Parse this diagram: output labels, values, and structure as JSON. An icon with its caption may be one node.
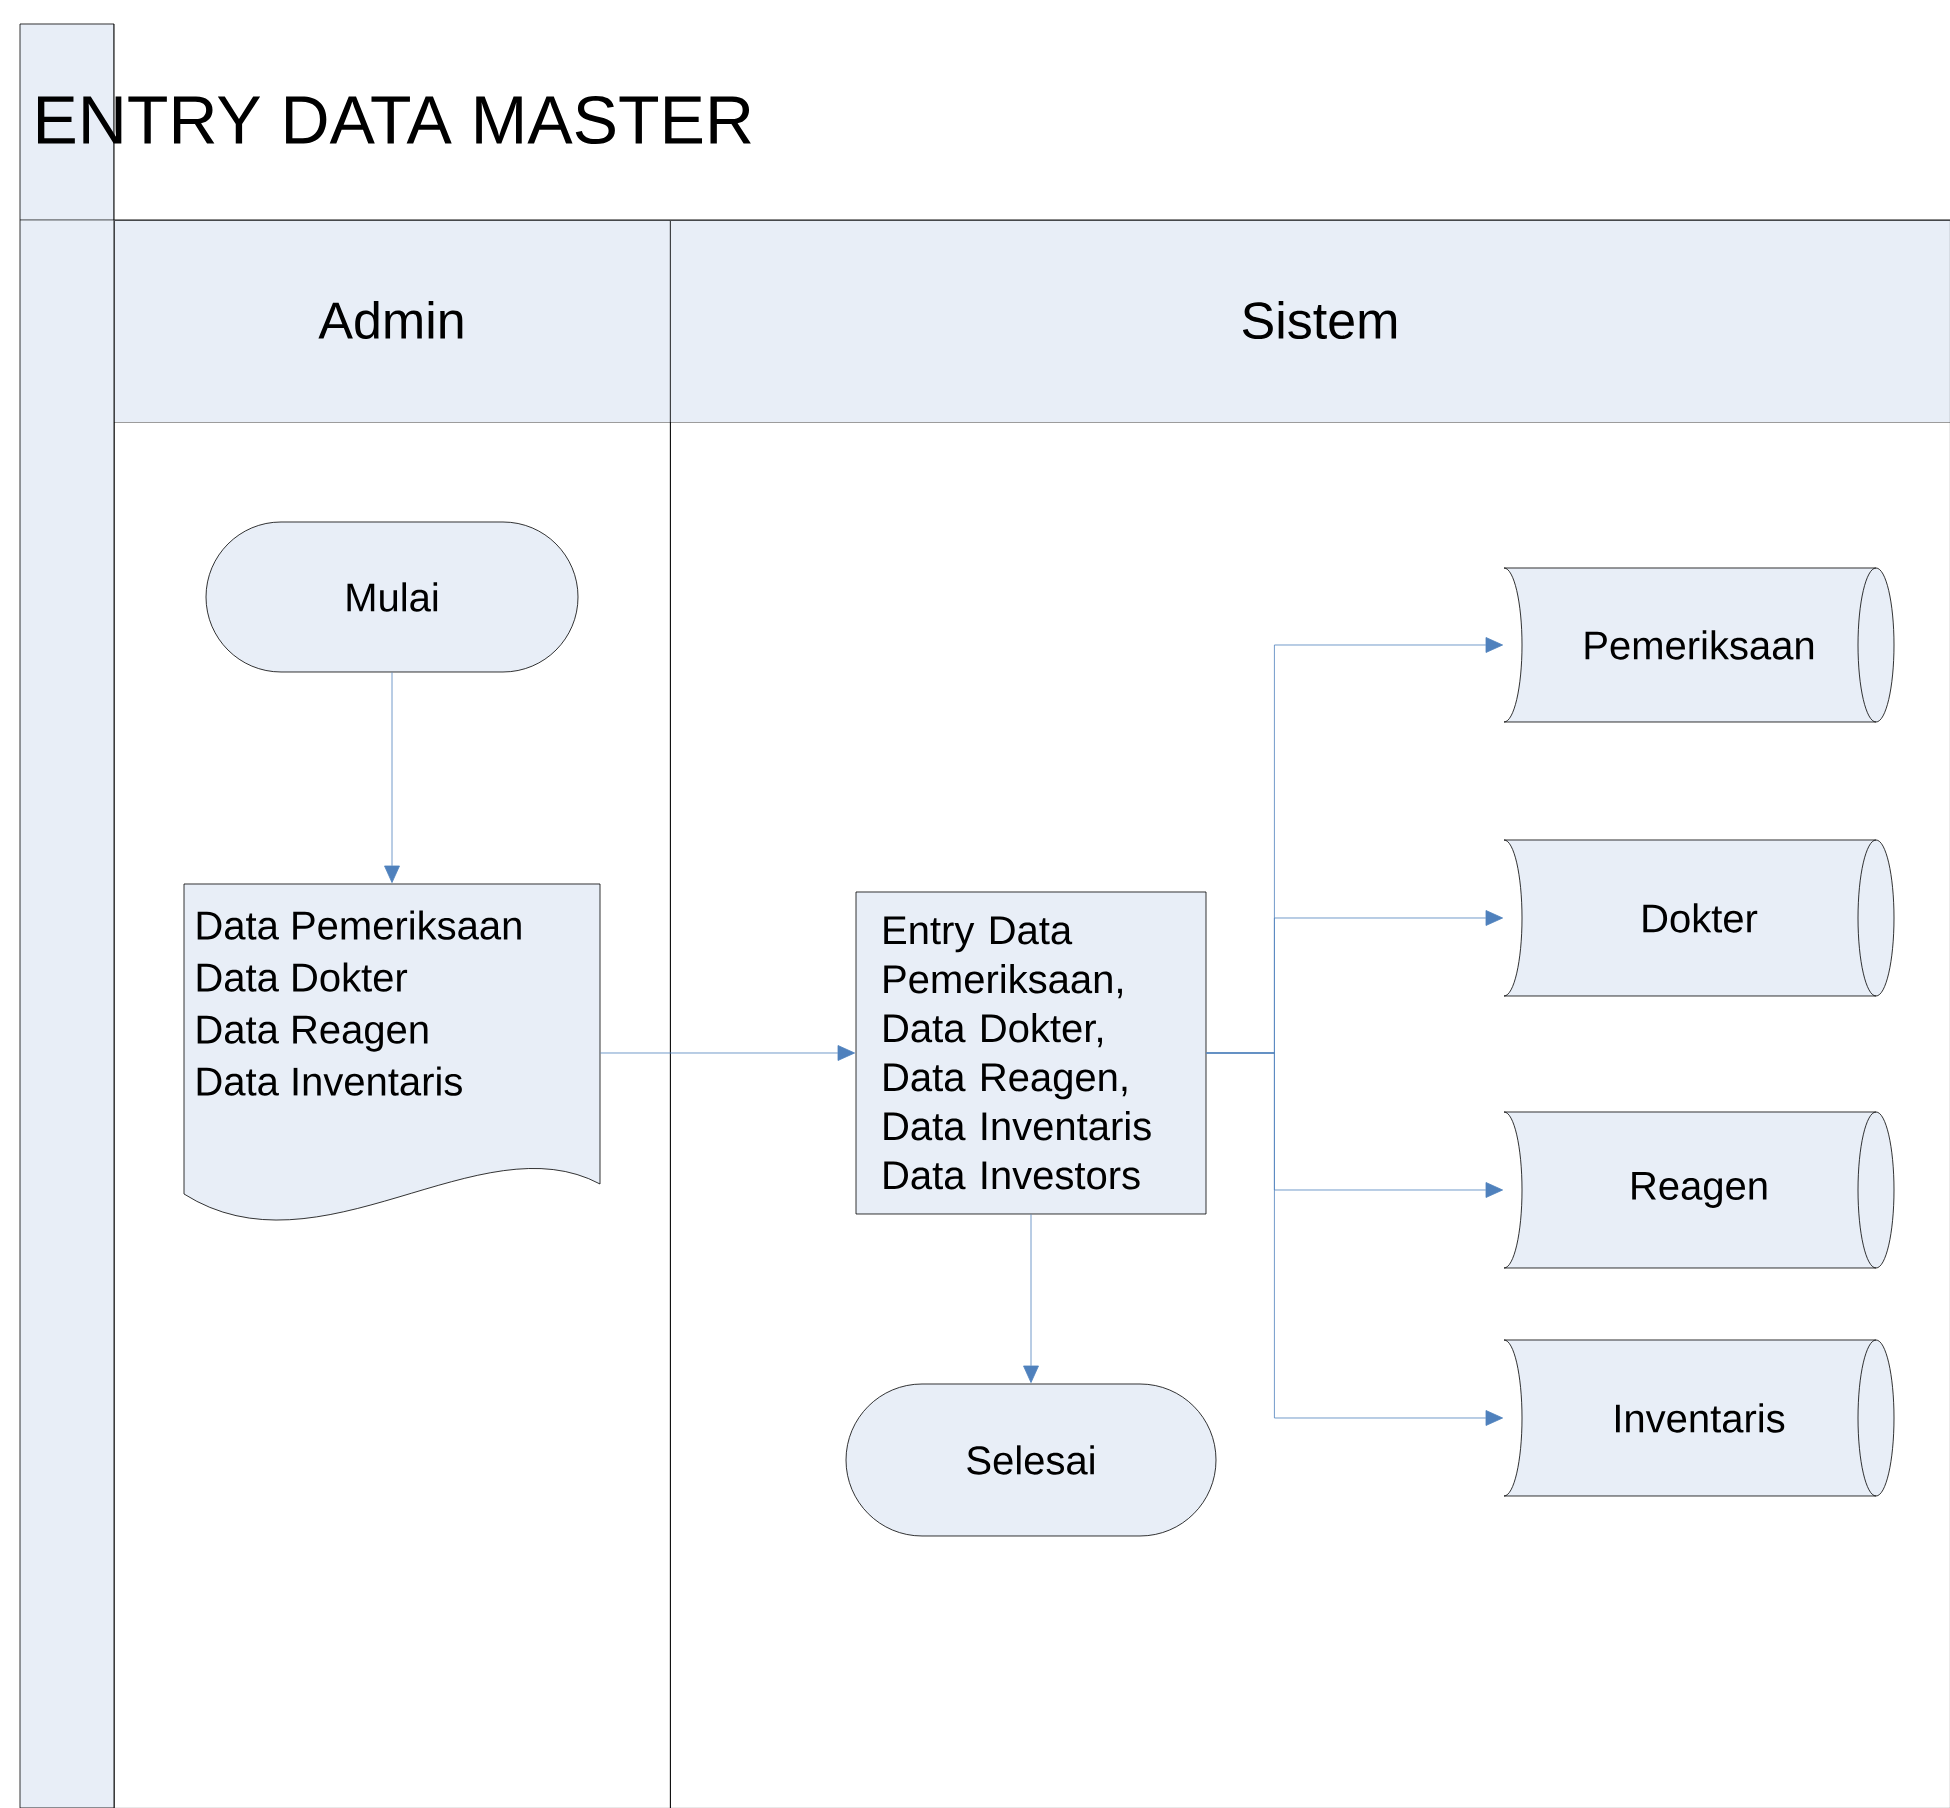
{
  "diagram": {
    "title": "ENTRY DATA MASTER",
    "nodes": [
      {
        "text": [
          "Admin"
        ]
      },
      {
        "text": [
          "Sistem"
        ]
      },
      {
        "text": [
          "Mulai"
        ],
        "in": 0
      },
      {
        "text": [
          "Data Pemeriksaan",
          "Data Dokter",
          "Data Reagen",
          "Data Inventaris"
        ],
        "in": 0
      },
      {
        "text": [
          "Entry Data Pemeriksaan, Data Dokter, Data Reagen, Data Inventaris Data Investors"
        ],
        "in": 1
      },
      {
        "text": [
          "Selesai"
        ],
        "in": 1
      },
      {
        "text": [
          "Pemeriksaan"
        ],
        "in": 1
      },
      {
        "text": [
          "Dokter"
        ],
        "in": 1
      },
      {
        "text": [
          "Reagen"
        ],
        "in": 1
      },
      {
        "text": [
          "Inventaris"
        ],
        "in": 1
      }
    ],
    "edges": [
      {
        "from": 2,
        "to": 3,
        "arrow": "to"
      },
      {
        "from": 3,
        "to": 4,
        "arrow": "to"
      },
      {
        "from": 4,
        "to": 5,
        "arrow": "to"
      },
      {
        "from": 4,
        "to": 6,
        "arrow": "to"
      },
      {
        "from": 4,
        "to": 7,
        "arrow": "to"
      },
      {
        "from": 4,
        "to": 8,
        "arrow": "to"
      },
      {
        "from": 4,
        "to": 9,
        "arrow": "to"
      }
    ]
  }
}
